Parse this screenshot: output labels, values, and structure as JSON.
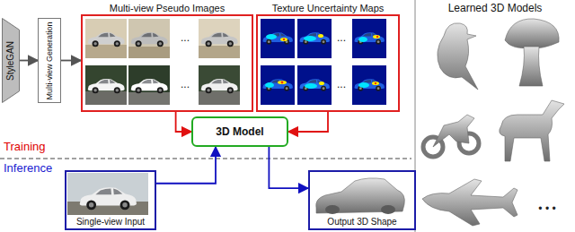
{
  "diagram": {
    "nodes": [
      {
        "text": [
          "StyleGAN"
        ]
      },
      {
        "text": [
          "Multi-view Generation"
        ]
      },
      {
        "text": [
          "Multi-view Pseudo Images"
        ]
      },
      {
        "text": [
          "Texture Uncertainty Maps"
        ]
      },
      {
        "text": [
          "3D Model"
        ]
      },
      {
        "text": [
          "Single-view Input"
        ]
      },
      {
        "text": [
          "Output 3D Shape"
        ]
      }
    ],
    "edges": [
      {
        "from": 0,
        "to": 1,
        "arrow": "to"
      },
      {
        "from": 1,
        "to": 2,
        "arrow": "to"
      },
      {
        "from": 2,
        "to": 4,
        "arrow": "to"
      },
      {
        "from": 3,
        "to": 4,
        "arrow": "to"
      },
      {
        "from": 5,
        "to": 4,
        "arrow": "to"
      },
      {
        "from": 4,
        "to": 6,
        "arrow": "to"
      }
    ],
    "labels": [
      "Training",
      "Inference",
      "Learned 3D Models",
      "...",
      "...",
      "...",
      "...",
      "• • •"
    ]
  }
}
